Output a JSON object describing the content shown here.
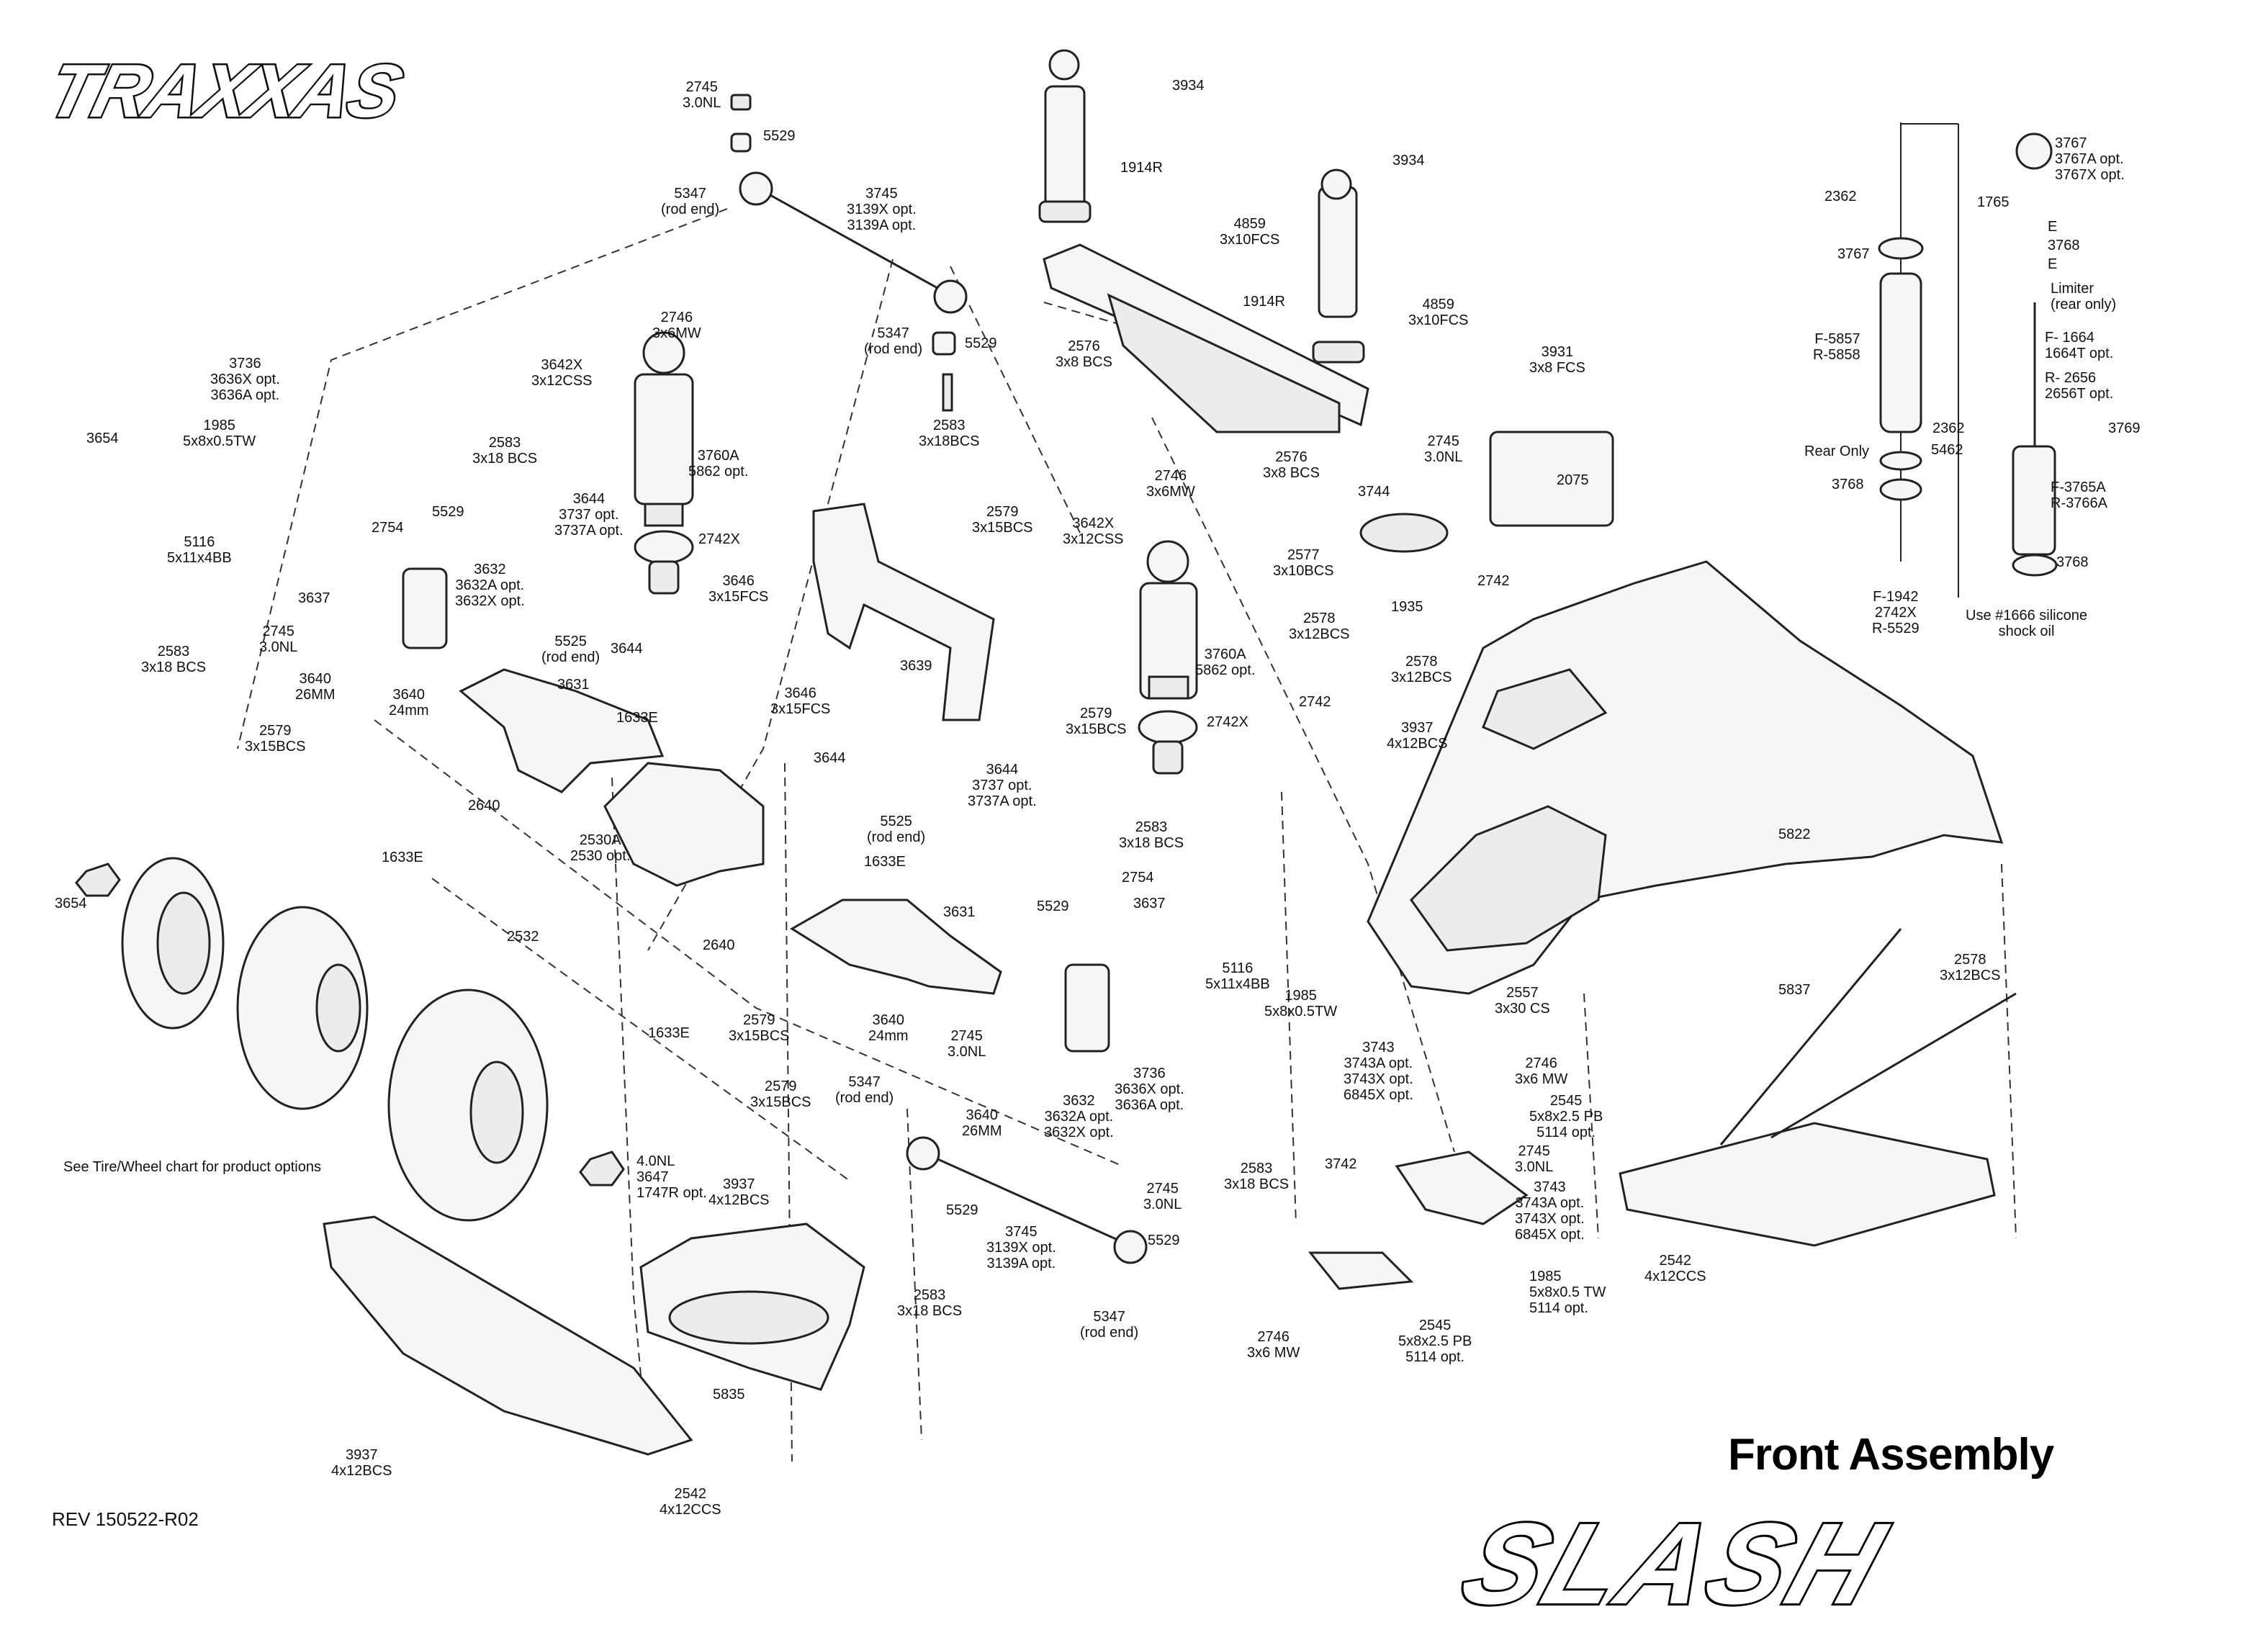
{
  "brand": "TRAXXAS",
  "title": "Front Assembly",
  "model_logo": "SLASH",
  "revision": "REV 150522-R02",
  "tire_note": "See Tire/Wheel chart for product options",
  "labels": {
    "l2745a": "2745\n3.0NL",
    "l5529a": "5529",
    "l5347a": "5347\n(rod end)",
    "l3745a": "3745\n3139X opt.\n3139A opt.",
    "l3934a": "3934",
    "l1914a": "1914R",
    "l3934b": "3934",
    "l4859a": "4859\n3x10FCS",
    "l1914b": "1914R",
    "l4859b": "4859\n3x10FCS",
    "l2576a": "2576\n3x8 BCS",
    "l5347b": "5347\n(rod end)",
    "l5529b": "5529",
    "l2583a": "2583\n3x18BCS",
    "l2746a": "2746\n3x6MW",
    "l3642a": "3642X\n3x12CSS",
    "l3760a": "3760A\n5862 opt.",
    "l3736a": "3736\n3636X opt.\n3636A opt.",
    "l1985a": "1985\n5x8x0.5TW",
    "l3654a": "3654",
    "l5116a": "5116\n5x11x4BB",
    "l2754a": "2754",
    "l3637a": "3637",
    "l2583b": "2583\n3x18 BCS",
    "l3644a": "3644\n3737 opt.\n3737A opt.",
    "l5529c": "5529",
    "l3632a": "3632\n3632A opt.\n3632X opt.",
    "l2742a": "2742X",
    "l3646a": "3646\n3x15FCS",
    "l5525a": "5525\n(rod end)",
    "l3644b": "3644",
    "l2745b": "2745\n3.0NL",
    "l2583c": "2583\n3x18 BCS",
    "l3640a": "3640\n26MM",
    "l3640b": "3640\n24mm",
    "l3631a": "3631",
    "l2579a": "2579\n3x15BCS",
    "l1633a": "1633E",
    "l2640a": "2640",
    "l2530a": "2530A\n2530 opt.",
    "l1633b": "1633E",
    "l3654b": "3654",
    "l2532a": "2532",
    "l2640b": "2640",
    "l1633c": "1633E",
    "l3639a": "3639",
    "l2579b": "2579\n3x15BCS",
    "l2746b": "2746\n3x6MW",
    "l3642b": "3642X\n3x12CSS",
    "l3760b": "3760A\n5862 opt.",
    "l2742b": "2742X",
    "l2579c": "2579\n3x15BCS",
    "l3646b": "3646\n3x15FCS",
    "l3644c": "3644",
    "l5525b": "5525\n(rod end)",
    "l3644d": "3644\n3737 opt.\n3737A opt.",
    "l2583d": "2583\n3x18 BCS",
    "l1633d": "1633E",
    "l2754b": "2754",
    "l5529d": "5529",
    "l3637b": "3637",
    "l3631b": "3631",
    "l2579d": "2579\n3x15BCS",
    "l3640c": "3640\n24mm",
    "l2745c": "2745\n3.0NL",
    "l5116b": "5116\n5x11x4BB",
    "l1985b": "1985\n5x8x0.5TW",
    "l3736b": "3736\n3636X opt.\n3636A opt.",
    "l3632b": "3632\n3632A opt.\n3632X opt.",
    "l3640d": "3640\n26MM",
    "l2583e": "2583\n3x18 BCS",
    "l2579e": "2579\n3x15BCS",
    "l5347c": "5347\n(rod end)",
    "l3937a": "3937\n4x12BCS",
    "l4nl": "4.0NL\n3647\n1747R opt.",
    "l5529e": "5529",
    "l3745b": "3745\n3139X opt.\n3139A opt.",
    "l2745d": "2745\n3.0NL",
    "l5529f": "5529",
    "l2583f": "2583\n3x18 BCS",
    "l5347d": "5347\n(rod end)",
    "l5835": "5835",
    "l3937b": "3937\n4x12BCS",
    "l2542a": "2542\n4x12CCS",
    "l2576b": "2576\n3x8 BCS",
    "l3744": "3744",
    "l2745e": "2745\n3.0NL",
    "l2075": "2075",
    "l3931": "3931\n3x8 FCS",
    "l2577": "2577\n3x10BCS",
    "l1935": "1935",
    "l2742c": "2742",
    "l2578a": "2578\n3x12BCS",
    "l2578b": "2578\n3x12BCS",
    "l2742d": "2742",
    "l3937c": "3937\n4x12BCS",
    "l5822": "5822",
    "l2557": "2557\n3x30 CS",
    "l3743a": "3743\n3743A opt.\n3743X opt.\n6845X opt.",
    "l2746c": "2746\n3x6 MW",
    "l2545a": "2545\n5x8x2.5 PB\n5114 opt.",
    "l2745f": "2745\n3.0NL",
    "l3743b": "3743\n3743A opt.\n3743X opt.\n6845X opt.",
    "l3742": "3742",
    "l1985c": "1985\n5x8x0.5 TW\n5114 opt.",
    "l2746d": "2746\n3x6 MW",
    "l2545b": "2545\n5x8x2.5 PB\n5114 opt.",
    "l5837": "5837",
    "l2578c": "2578\n3x12BCS",
    "l2542b": "2542\n4x12CCS",
    "l2362a": "2362",
    "l3767a": "3767",
    "l5857": "F-5857\nR-5858",
    "l2362b": "2362",
    "l5462": "5462",
    "l3768a": "3768",
    "l1942": "F-1942\n2742X\nR-5529",
    "l1765": "1765",
    "l3767b": "3767\n3767A opt.\n3767X opt.",
    "le1": "E",
    "l3768b": "3768",
    "le2": "E",
    "llim": "Limiter\n(rear only)",
    "l1664": "F- 1664\n1664T opt.",
    "l2656": "R- 2656\n2656T opt.",
    "l3769": "3769",
    "l3765": "F-3765A\nR-3766A",
    "l3768c": "3768",
    "lrear": "Rear Only",
    "lsil": "Use #1666 silicone\nshock oil"
  }
}
